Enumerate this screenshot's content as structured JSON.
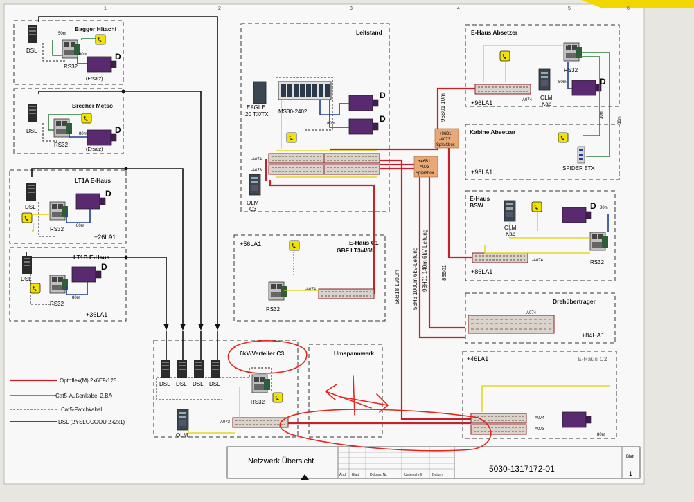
{
  "zones": {
    "bagger": "Bagger Hitachi",
    "brecher": "Brecher Metso",
    "lt1a": "LT1A E-Haus",
    "lt1b": "LT1B E-Haus",
    "leitstand": "Leitstand",
    "ehaus_c1": "E-Haus C1",
    "ehaus_c1_sub": "GBF LT3/4/6/8",
    "verteiler": "6kV-Verteiler C3",
    "umspannwerk": "Umspannwerk",
    "ehaus_absetzer": "E-Haus Absetzer",
    "kabine_absetzer": "Kabine Absetzer",
    "ehaus_bsw_1": "E-Haus",
    "ehaus_bsw_2": "BSW",
    "drehuebertrager": "Drehübertrager",
    "ehaus_c2": "E-Haus C2"
  },
  "labels": {
    "dsl": "DSL",
    "rs32": "RS32",
    "ersatz": "(Ersatz)",
    "olm": "OLM",
    "kab": "Kab",
    "c3": "C3",
    "eagle_1": "EAGLE",
    "eagle_2": "20 TX/TX",
    "ms30": "MS30-2402",
    "spider": "SPIDER 5TX",
    "d": "D",
    "m50": "50m",
    "m80": "80m",
    "m30": "30m",
    "a074": "-A074",
    "a073": "-A073",
    "splice_a_1": "+46B1",
    "splice_a_2": "-A073",
    "splice_a_3": "Spleißbox",
    "splice_b_1": "+96B1",
    "splice_b_2": "-A073",
    "splice_b_3": "Spleißbox",
    "la26": "+26LA1",
    "la36": "+36LA1",
    "la56": "+56LA1",
    "la96": "+96LA1",
    "la95": "+95LA1",
    "la86": "+86LA1",
    "ha84": "+84HA1",
    "la46": "+46LA1"
  },
  "cables": {
    "c96": "96B01 10m",
    "c56h3": "56H3 1000m 6kV-Leitung",
    "c98h01": "98H01 140m 6kV-Leitung",
    "c86": "86B01",
    "c56b18": "56B18 1200m"
  },
  "legend": {
    "opto": "Optoflex(M) 2x6E9/125",
    "cat5a": "Cat5-Außenkabel 2.BA",
    "cat5p": "Cat5-Patchkabel",
    "dsl": "DSL (2YSLGCGOU 2x2x1)"
  },
  "title_block": {
    "title": "Netzwerk Übersicht",
    "drawing_no": "5030-1317172-01",
    "sheet_label": "Blatt",
    "sheet_no": "1",
    "col_aend": "Änd.",
    "col_blatt": "Blatt",
    "col_dokum": "Dokum. Nr.",
    "col_untersch": "Unterschrift",
    "col_datum": "Datum"
  },
  "grid_numbers": [
    "1",
    "2",
    "3",
    "4",
    "5",
    "6"
  ],
  "colors": {
    "optoflex": "#c8202a",
    "cat5_outdoor": "#2e7d3a",
    "cat5_patch": "#222222",
    "dsl": "#111111",
    "annotation": "#e8231c",
    "device": "#5a2a70",
    "phone": "#f2e200",
    "patch": "#b9b1a6",
    "splice": "#e8a877"
  }
}
